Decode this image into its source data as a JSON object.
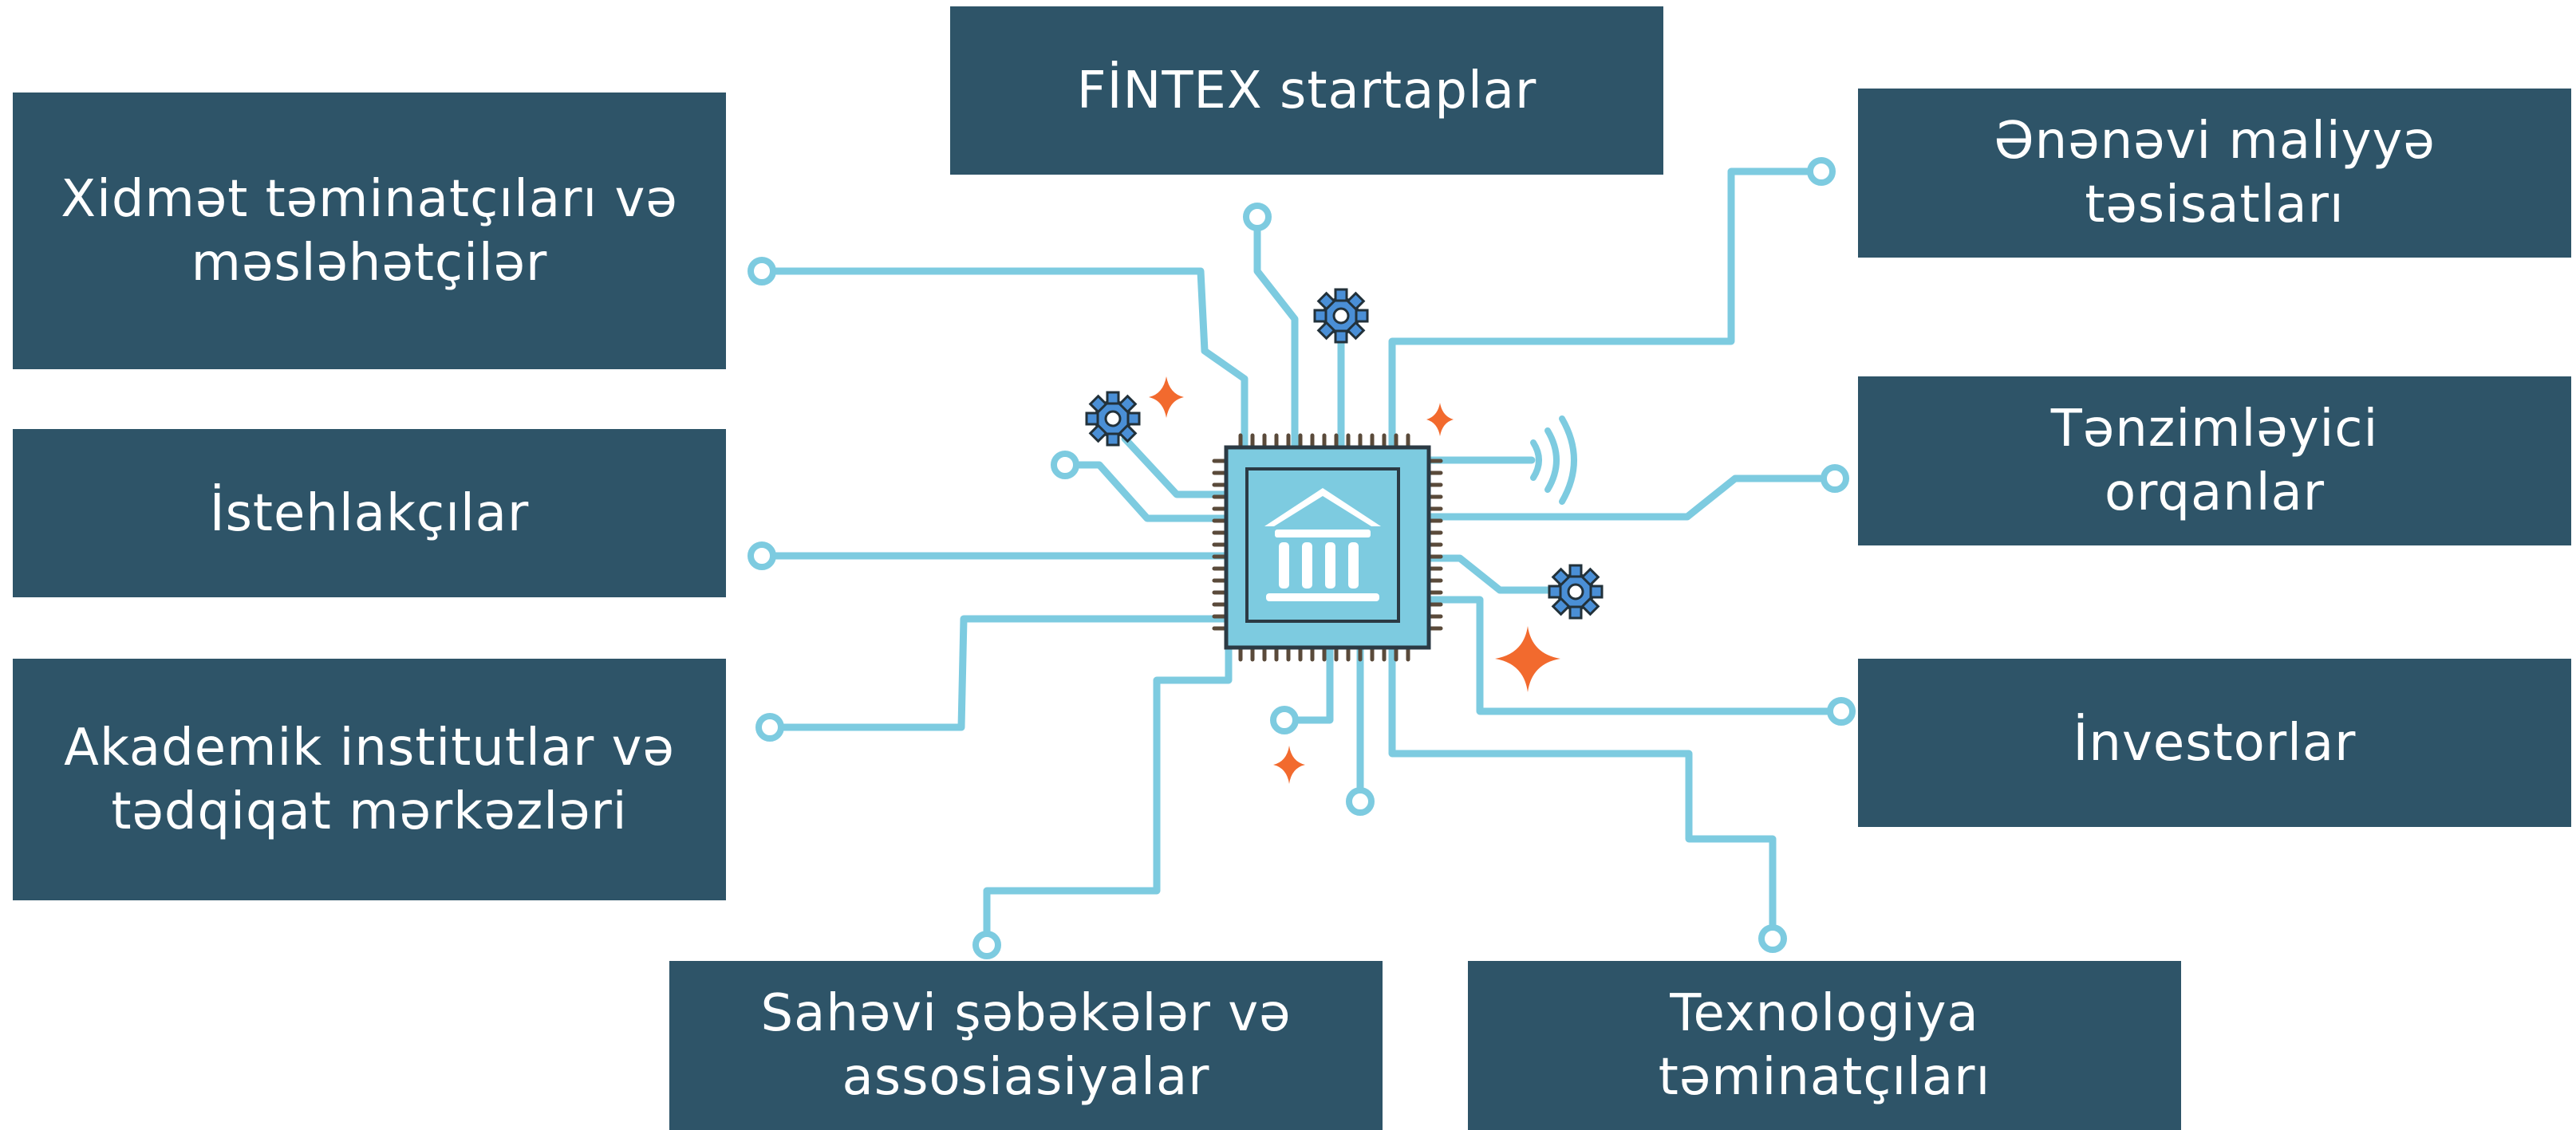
{
  "boxes": {
    "fintex_startups": "FİNTEX startaplar",
    "service_providers": "Xidmət təminatçıları və\nməsləhətçilər",
    "consumers": "İstehlakçılar",
    "academic": "Akademik institutlar və\ntədqiqat mərkəzləri",
    "traditional_finance": "Ənənəvi maliyyə\ntəsisatları",
    "regulators": "Tənzimləyici\norqanlar",
    "investors": "İnvestorlar",
    "industry_networks": "Sahəvi şəbəkələr və\nassosiasiyalar",
    "tech_providers": "Texnologiya\ntəminatçıları"
  },
  "colors": {
    "box_fill": "#2e5468",
    "box_text": "#ffffff",
    "circuit_line": "#7dcbe0",
    "chip_fill": "#7dcbe0",
    "gear_fill": "#4a8fd6",
    "sparkle": "#f26a2e"
  },
  "icons": {
    "center": "bank-chip-icon",
    "gears": "gear-icon",
    "sparkles": "sparkle-icon",
    "signal": "wireless-signal-icon"
  }
}
